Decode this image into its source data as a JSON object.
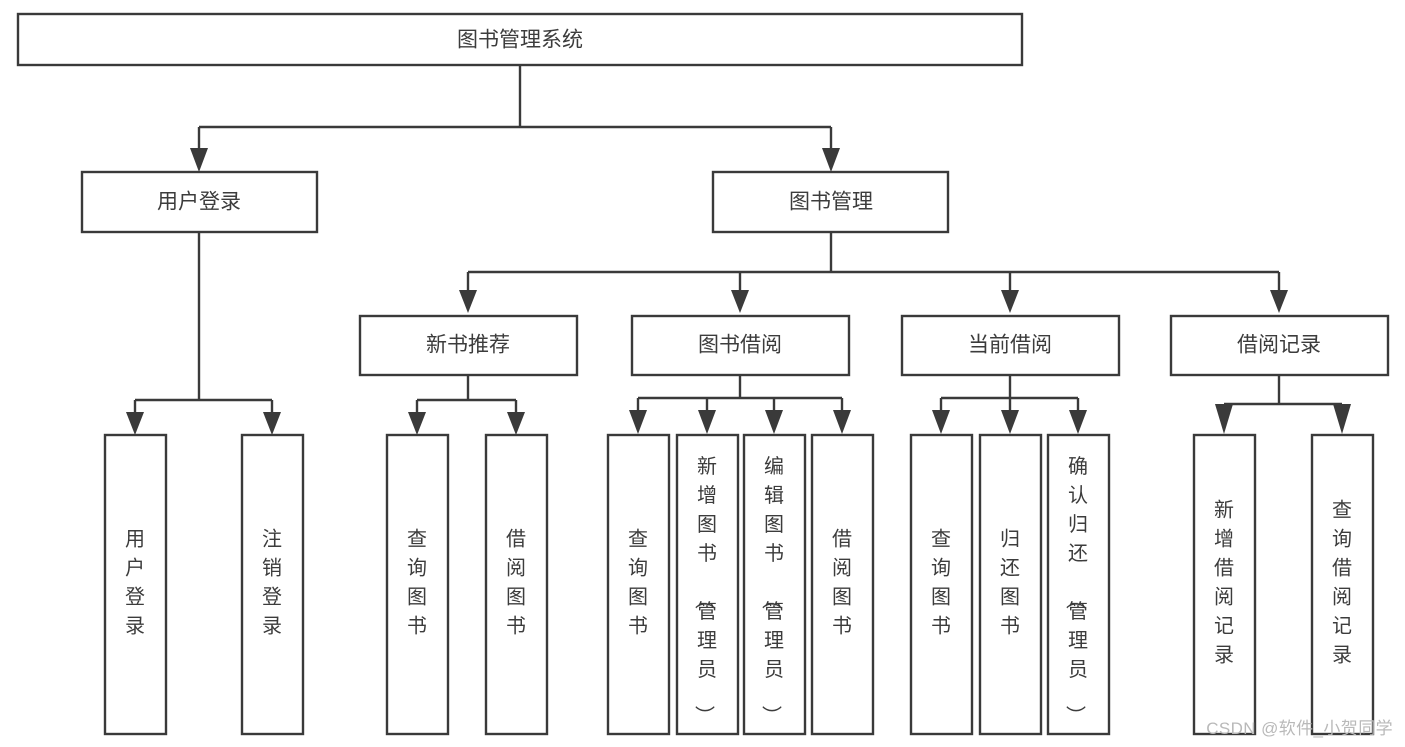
{
  "diagram": {
    "title": "图书管理系统",
    "type": "tree-hierarchy-diagram",
    "watermark": "CSDN @软件_小贺同学",
    "colors": {
      "stroke": "#3a3a3a",
      "box_fill": "#ffffff",
      "text": "#3c3c3c",
      "background": "#ffffff",
      "watermark": "#b9b9b9"
    },
    "root": {
      "label": "图书管理系统",
      "orientation": "horizontal"
    },
    "level2": [
      {
        "label": "用户登录",
        "orientation": "horizontal"
      },
      {
        "label": "图书管理",
        "orientation": "horizontal"
      }
    ],
    "level3": [
      {
        "label": "新书推荐",
        "orientation": "horizontal"
      },
      {
        "label": "图书借阅",
        "orientation": "horizontal"
      },
      {
        "label": "当前借阅",
        "orientation": "horizontal"
      },
      {
        "label": "借阅记录",
        "orientation": "horizontal"
      }
    ],
    "leaves": {
      "user_login": [
        {
          "label": "用户登录",
          "orientation": "vertical"
        },
        {
          "label": "注销登录",
          "orientation": "vertical"
        }
      ],
      "new_book_recommend": [
        {
          "label": "查询图书",
          "orientation": "vertical"
        },
        {
          "label": "借阅图书",
          "orientation": "vertical"
        }
      ],
      "book_borrow": [
        {
          "label": "查询图书",
          "orientation": "vertical"
        },
        {
          "label": "新增图书（管理员）",
          "orientation": "vertical"
        },
        {
          "label": "编辑图书（管理员）",
          "orientation": "vertical"
        },
        {
          "label": "借阅图书",
          "orientation": "vertical"
        }
      ],
      "current_borrow": [
        {
          "label": "查询图书",
          "orientation": "vertical"
        },
        {
          "label": "归还图书",
          "orientation": "vertical"
        },
        {
          "label": "确认归还（管理员）",
          "orientation": "vertical"
        }
      ],
      "borrow_record": [
        {
          "label": "新增借阅记录",
          "orientation": "vertical"
        },
        {
          "label": "查询借阅记录",
          "orientation": "vertical"
        }
      ]
    }
  }
}
